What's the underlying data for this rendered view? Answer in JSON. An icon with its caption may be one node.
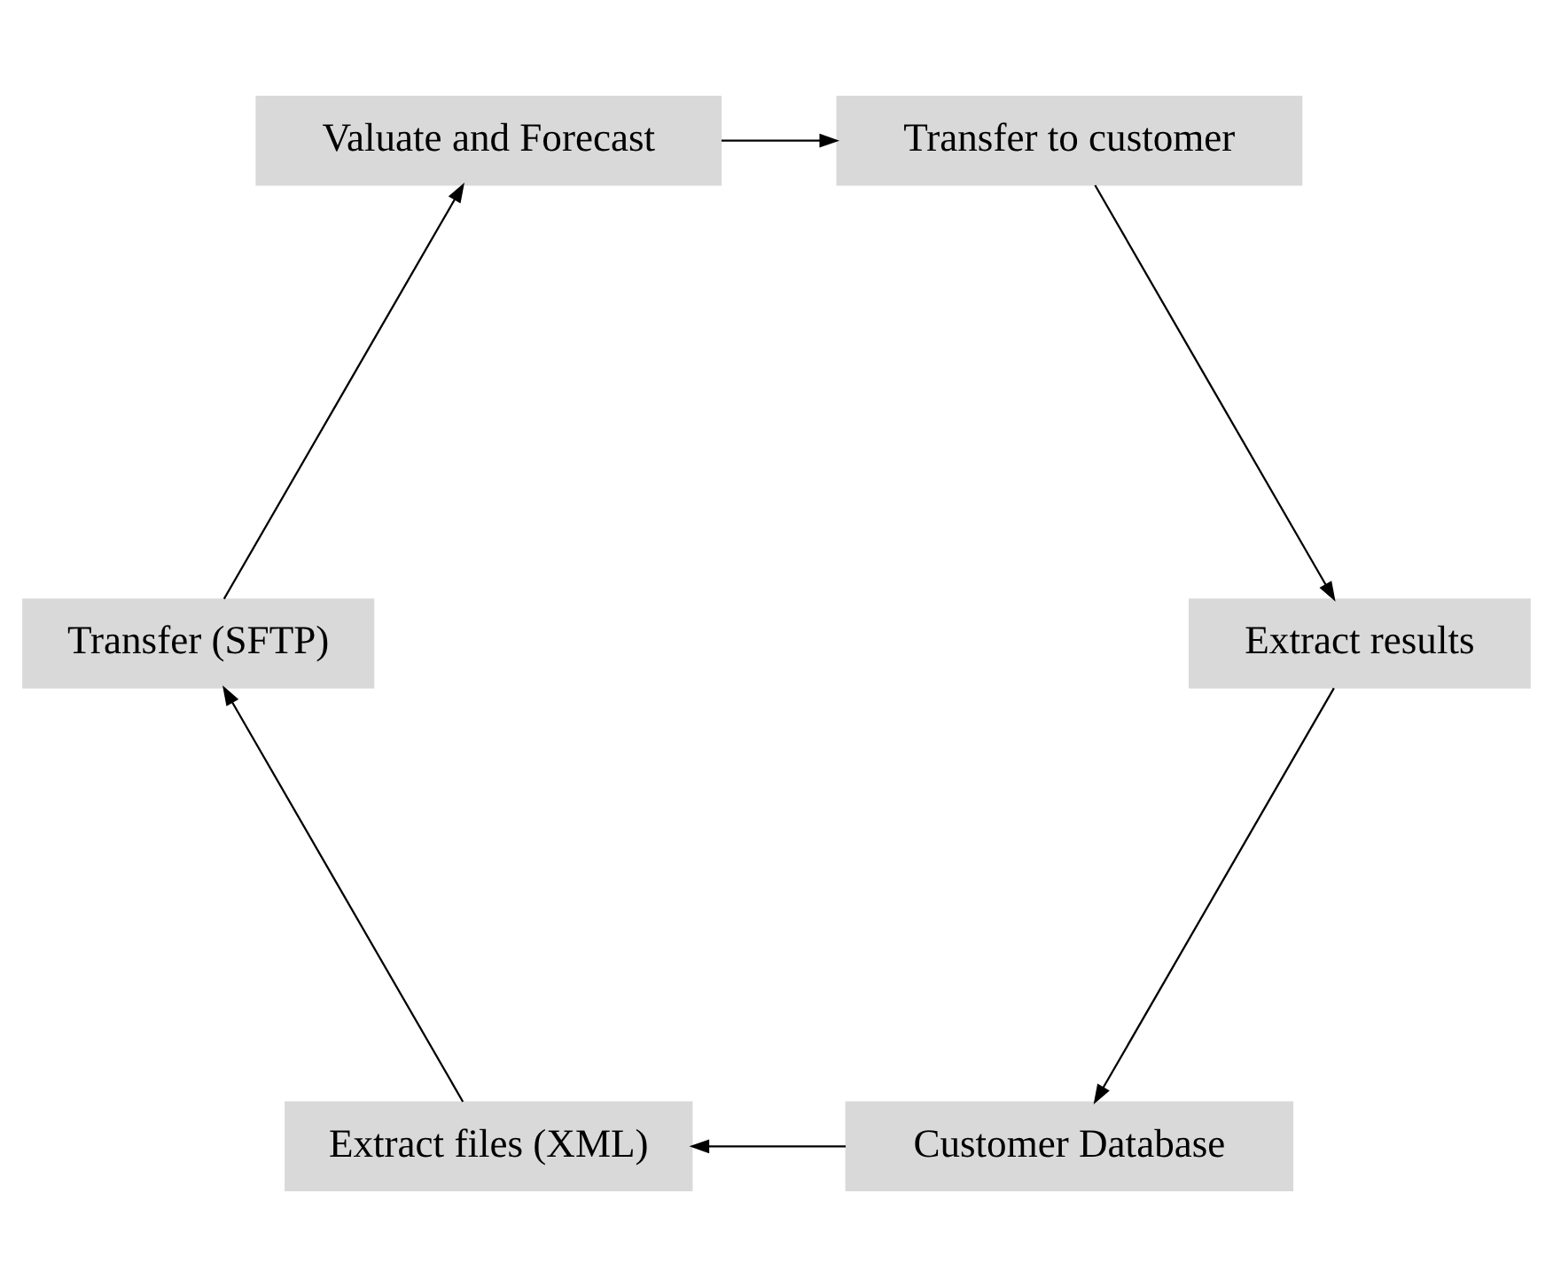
{
  "diagram": {
    "nodes": [
      {
        "text": [
          "Customer Database"
        ]
      },
      {
        "text": [
          "Extract files (XML)"
        ]
      },
      {
        "text": [
          "Transfer (SFTP)"
        ]
      },
      {
        "text": [
          "Valuate and Forecast"
        ]
      },
      {
        "text": [
          "Transfer to customer"
        ]
      },
      {
        "text": [
          "Extract results"
        ]
      }
    ],
    "edges": [
      {
        "from": 0,
        "to": 1,
        "arrow": "to"
      },
      {
        "from": 1,
        "to": 2,
        "arrow": "to"
      },
      {
        "from": 2,
        "to": 3,
        "arrow": "to"
      },
      {
        "from": 3,
        "to": 4,
        "arrow": "to"
      },
      {
        "from": 4,
        "to": 5,
        "arrow": "to"
      },
      {
        "from": 5,
        "to": 0,
        "arrow": "to"
      }
    ]
  }
}
